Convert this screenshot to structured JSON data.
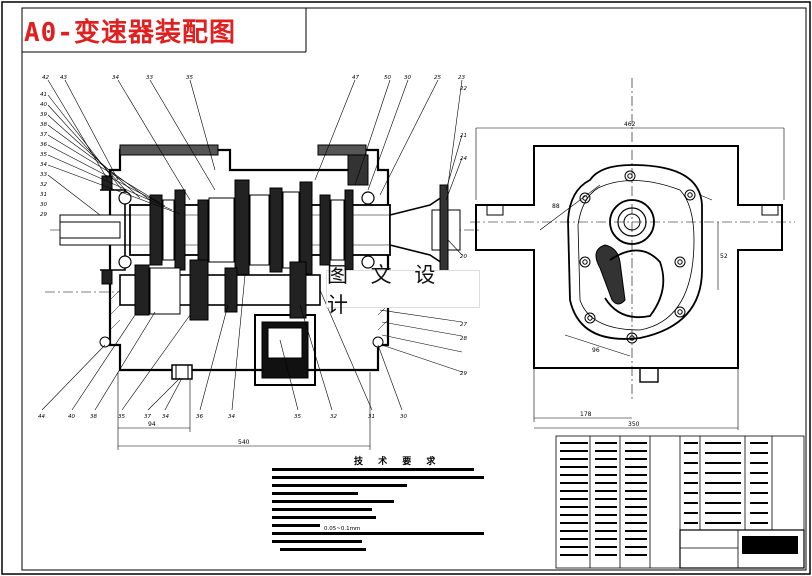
{
  "drawing": {
    "title": "A0-变速器装配图",
    "watermark": "图 文 设 计",
    "tech_requirements_title": "技 术 要 求",
    "spec_text": "0.05~0.1mm",
    "dims": {
      "d_overall_length": "540",
      "d_partial_length": "94",
      "d_housing_width": "462",
      "d_base_width": "350",
      "d_half_width": "178",
      "d_vertical": "52",
      "d_diag_a": "88",
      "d_diag_b": "96"
    },
    "balloons_top": [
      "42",
      "43",
      "34",
      "33",
      "35",
      "47",
      "50",
      "30",
      "25",
      "23",
      "22"
    ],
    "balloons_left": [
      "41",
      "40",
      "39",
      "38",
      "37",
      "36",
      "35",
      "34",
      "33",
      "32",
      "31",
      "30",
      "29"
    ],
    "balloons_bottom": [
      "44",
      "40",
      "38",
      "35",
      "37",
      "34",
      "36",
      "34",
      "35",
      "32",
      "31",
      "30"
    ],
    "balloons_right": [
      "21",
      "24",
      "20",
      "27",
      "28",
      "29"
    ]
  },
  "colors": {
    "title": "#e02020",
    "line": "#000000"
  }
}
